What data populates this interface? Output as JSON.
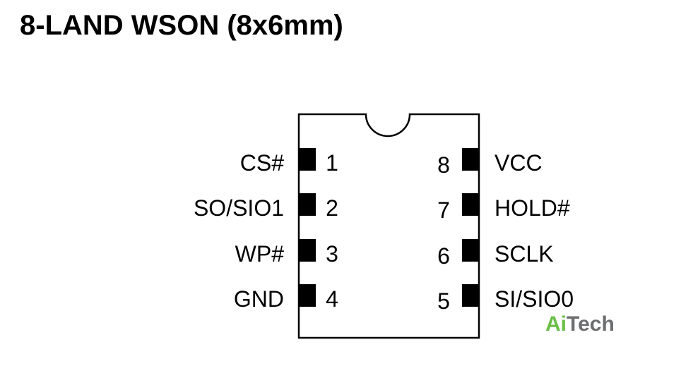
{
  "title": "8-LAND WSON (8x6mm)",
  "package": {
    "left_pins": [
      {
        "number": "1",
        "name": "CS#"
      },
      {
        "number": "2",
        "name": "SO/SIO1"
      },
      {
        "number": "3",
        "name": "WP#"
      },
      {
        "number": "4",
        "name": "GND"
      }
    ],
    "right_pins": [
      {
        "number": "8",
        "name": "VCC"
      },
      {
        "number": "7",
        "name": "HOLD#"
      },
      {
        "number": "6",
        "name": "SCLK"
      },
      {
        "number": "5",
        "name": "SI/SIO0"
      }
    ]
  },
  "logo": {
    "part1": "Ai",
    "part2": "Tech"
  },
  "colors": {
    "stroke": "#000000",
    "pad": "#000000",
    "logo_ai": "#6abf45",
    "logo_tech": "#6d6e70"
  }
}
